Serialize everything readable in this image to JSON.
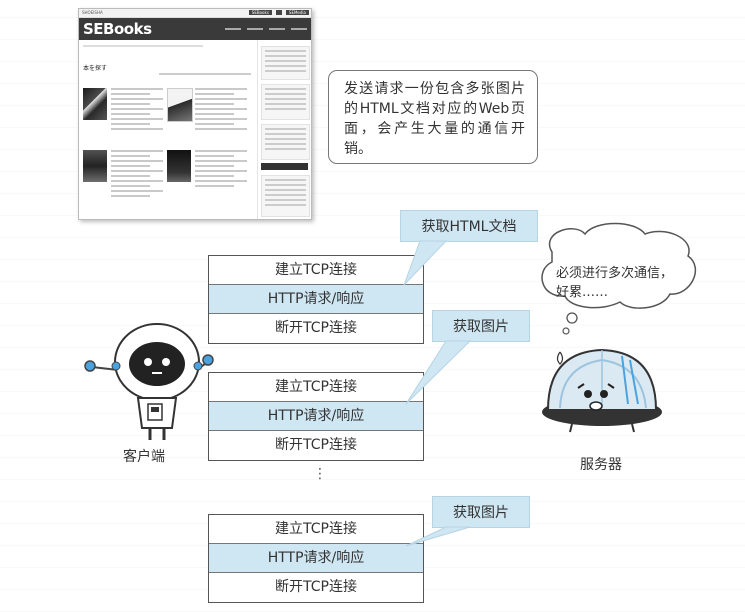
{
  "webpage": {
    "top_bar_left": "SHOEISHA",
    "top_bar_tags": [
      "SEBooks",
      "",
      "SEMedia"
    ],
    "logo": "SEBooks",
    "heading": "本を探す"
  },
  "callout": {
    "text": "发送请求一份包含多张图片的HTML文档对应的Web页面，会产生大量的通信开销。"
  },
  "stacks": [
    {
      "rows": [
        "建立TCP连接",
        "HTTP请求/响应",
        "断开TCP连接"
      ],
      "tag": "获取HTML文档"
    },
    {
      "rows": [
        "建立TCP连接",
        "HTTP请求/响应",
        "断开TCP连接"
      ],
      "tag": "获取图片"
    },
    {
      "rows": [
        "建立TCP连接",
        "HTTP请求/响应",
        "断开TCP连接"
      ],
      "tag": "获取图片"
    }
  ],
  "ellipsis": "⋮",
  "client": {
    "label": "客户端"
  },
  "server": {
    "label": "服务器",
    "thought_line1": "必须进行多次通信，",
    "thought_line2": "好累……"
  },
  "colors": {
    "highlight": "#cfe6f3",
    "robot_accent": "#4aa3df",
    "line": "#555555"
  }
}
